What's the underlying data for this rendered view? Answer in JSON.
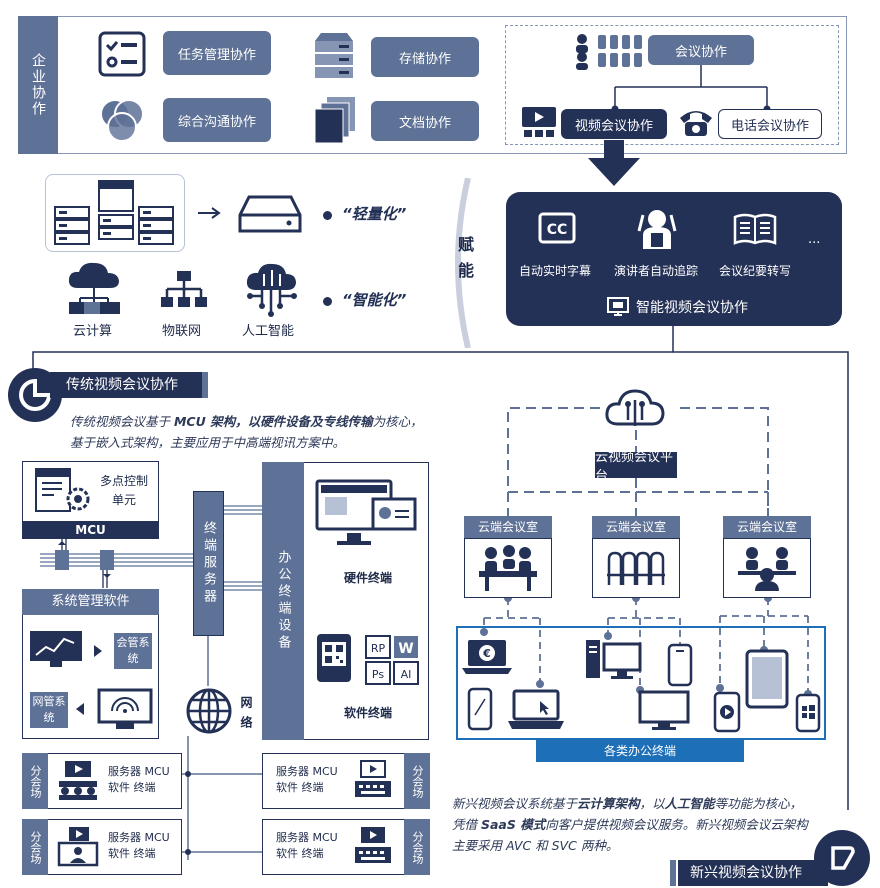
{
  "enterprise": {
    "label": "企业协作",
    "items": [
      "任务管理协作",
      "综合沟通协作",
      "存储协作",
      "文档协作"
    ],
    "conference": {
      "main": "会议协作",
      "video": "视频会议协作",
      "phone": "电话会议协作"
    }
  },
  "trends": {
    "light": "“轻量化”",
    "smart": "“智能化”",
    "tech": [
      "云计算",
      "物联网",
      "人工智能"
    ]
  },
  "empower": "赋能",
  "smart_panel": {
    "features": [
      "自动实时字幕",
      "演讲者自动追踪",
      "会议纪要转写"
    ],
    "ellipsis": "...",
    "title": "智能视频会议协作"
  },
  "traditional": {
    "title": "传统视频会议协作",
    "desc_a": "传统视频会议基于 ",
    "desc_b": "MCU 架构，以硬件设备及专线传输",
    "desc_c": "为核心，基于嵌入式架构，主要应用于中高端视讯方案中。",
    "mcu_label": "多点控制单元",
    "mcu": "MCU",
    "terminal_server": "终端服务器",
    "office_device": "办公终端设备",
    "hardware": "硬件终端",
    "software": "软件终端",
    "sys_mgmt": "系统管理软件",
    "meeting_mgmt": "会管系统",
    "net_mgmt": "网管系统",
    "network": "网络",
    "branch": "分会场",
    "branch_content_1": "服务器 MCU",
    "branch_content_2": "软件 终端"
  },
  "emerging": {
    "title": "新兴视频会议协作",
    "platform": "云视频会议平台",
    "rooms": [
      "云端会议室",
      "云端会议室",
      "云端会议室"
    ],
    "terminals": "各类办公终端",
    "desc_a": "新兴视频会议系统基于",
    "desc_b": "云计算架构",
    "desc_c": "，以",
    "desc_d": "人工智能",
    "desc_e": "等功能为核心，凭借 ",
    "desc_f": "SaaS 模式",
    "desc_g": "向客户提供视频会议服务。新兴视频会议云架构主要采用 AVC 和 SVC 两种。"
  },
  "icons": {
    "colors": {
      "navy": "#243156",
      "steel": "#5e7196",
      "line": "#8595b3",
      "blue": "#1d6fb8"
    }
  }
}
